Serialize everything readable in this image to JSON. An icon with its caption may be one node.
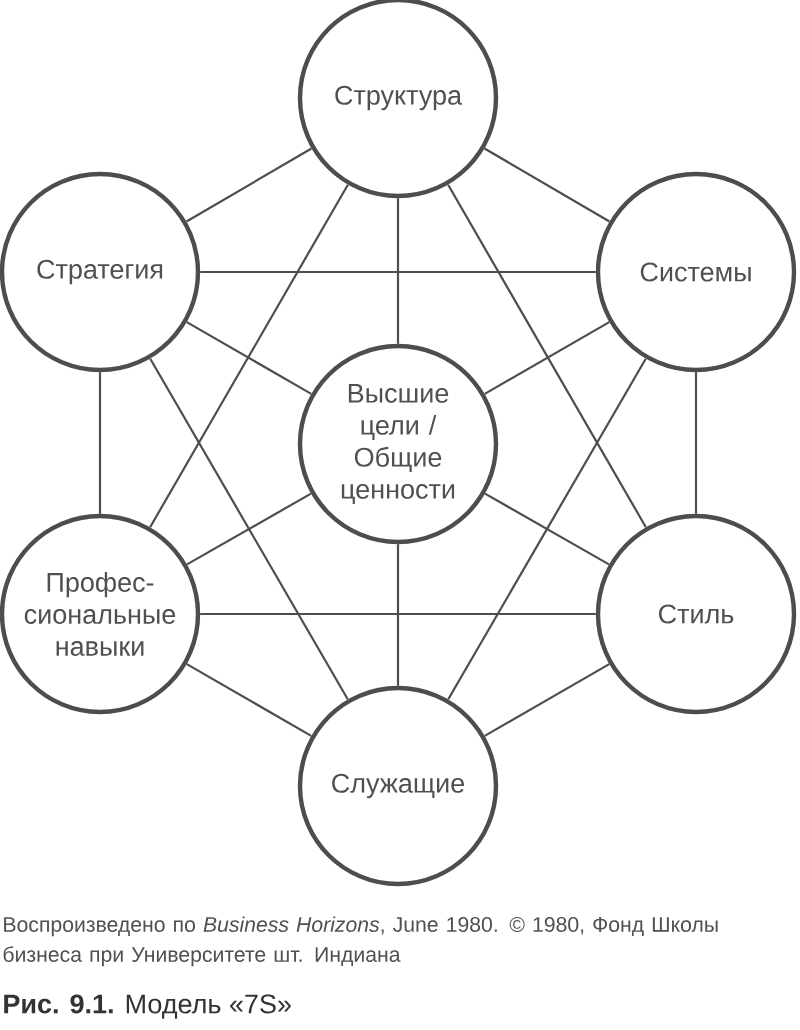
{
  "diagram": {
    "caption": "**Рис. 9.1.** Модель «7S»",
    "nodes": [
      {
        "text": [
          "Структура"
        ]
      },
      {
        "text": [
          "Стратегия"
        ]
      },
      {
        "text": [
          "Системы"
        ]
      },
      {
        "text": [
          "Высшие цели / Общие ценности"
        ]
      },
      {
        "text": [
          "Профес- сиональные навыки"
        ]
      },
      {
        "text": [
          "Стиль"
        ]
      },
      {
        "text": [
          "Служащие"
        ]
      }
    ],
    "edges": [
      {
        "from": 0,
        "to": 1,
        "arrow": "none"
      },
      {
        "from": 0,
        "to": 2,
        "arrow": "none"
      },
      {
        "from": 0,
        "to": 3,
        "arrow": "none"
      },
      {
        "from": 0,
        "to": 4,
        "arrow": "none"
      },
      {
        "from": 0,
        "to": 5,
        "arrow": "none"
      },
      {
        "from": 1,
        "to": 2,
        "arrow": "none"
      },
      {
        "from": 1,
        "to": 3,
        "arrow": "none"
      },
      {
        "from": 1,
        "to": 4,
        "arrow": "none"
      },
      {
        "from": 1,
        "to": 6,
        "arrow": "none"
      },
      {
        "from": 2,
        "to": 3,
        "arrow": "none"
      },
      {
        "from": 2,
        "to": 5,
        "arrow": "none"
      },
      {
        "from": 2,
        "to": 6,
        "arrow": "none"
      },
      {
        "from": 3,
        "to": 4,
        "arrow": "none"
      },
      {
        "from": 3,
        "to": 5,
        "arrow": "none"
      },
      {
        "from": 3,
        "to": 6,
        "arrow": "none"
      },
      {
        "from": 4,
        "to": 5,
        "arrow": "none"
      },
      {
        "from": 4,
        "to": 6,
        "arrow": "none"
      },
      {
        "from": 5,
        "to": 6,
        "arrow": "none"
      }
    ],
    "labels": [
      "Воспроизведено по *Business Horizons*, June 1980. © 1980, Фонд Школы бизнеса при Университете шт. Индиана"
    ]
  }
}
